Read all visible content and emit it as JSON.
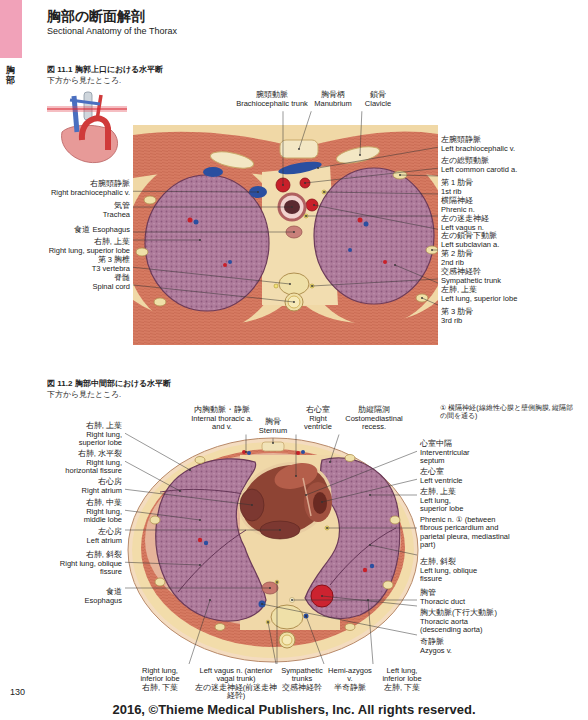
{
  "diagram": {
    "title": "胸部の断面解剖",
    "labels": [
      "Sectional Anatomy of the Thorax",
      "胸部",
      "図 11.1 胸郭上口における水平断",
      "下方から見たところ.",
      "腕頭動脈",
      "Brachiocephalic trunk",
      "胸骨柄",
      "Manubrium",
      "鎖骨",
      "Clavicle",
      "左腕頭静脈",
      "Left brachiocephalic v.",
      "左の総頸動脈",
      "Left common carotid a.",
      "第 1 肋骨",
      "1st rib",
      "横隔神経",
      "Phrenic n.",
      "左の迷走神経",
      "Left vagus n.",
      "左の鎖骨下動脈",
      "Left subclavian a.",
      "第 2 肋骨",
      "2nd rib",
      "交感神経幹",
      "Sympathetic trunk",
      "左肺, 上葉",
      "Left lung, superior lobe",
      "第 3 肋骨",
      "3rd rib",
      "右腕頭静脈",
      "Right brachiocephalic v.",
      "気管",
      "Trachea",
      "食道 Esophagus",
      "右肺, 上葉",
      "Right lung, superior lobe",
      "第 3 胸椎",
      "T3 vertebra",
      "脊髄",
      "Spinal cord",
      "図 11.2 胸部中間部における水平断",
      "下方から見たところ.",
      "内胸動脈・静脈",
      "Internal thoracic a. and v.",
      "胸骨",
      "Sternum",
      "右心室",
      "Right ventricle",
      "肋縦隔洞",
      "Costomediastinal recess.",
      "① 横隔神経(線維性心膜と壁側胸膜, 縦隔部の間を通る)",
      "心室中隔",
      "Interventricular septum",
      "左心室",
      "Left ventricle",
      "左肺, 上葉",
      "Left lung, superior lobe",
      "Phrenic n. ① (between fibrous pericardium and parietal pleura, mediastinal part)",
      "左肺, 斜裂",
      "Left lung, oblique fissure",
      "胸管",
      "Thoracic duct",
      "胸大動脈(下行大動脈)",
      "Thoracic aorta (descending aorta)",
      "奇静脈",
      "Azygos v.",
      "右肺, 上葉",
      "Right lung, superior lobe",
      "右肺, 水平裂",
      "Right lung, horizontal fissure",
      "右心房",
      "Right atrium",
      "右肺, 中葉",
      "Right lung, middle lobe",
      "左心房",
      "Left atrium",
      "右肺, 斜裂",
      "Right lung, oblique fissure",
      "食道",
      "Esophagus",
      "Right lung, inferior lobe",
      "右肺, 下葉",
      "Left vagus n. (anterior vagal trunk)",
      "左の迷走神経(前迷走神経幹)",
      "Sympathetic trunks",
      "交感神経幹",
      "Hemi-azygos v.",
      "半奇静脈",
      "Left lung, inferior lobe",
      "左肺, 下葉",
      "130",
      "2016, ©Thieme Medical Publishers, Inc. All rights reserved."
    ]
  }
}
